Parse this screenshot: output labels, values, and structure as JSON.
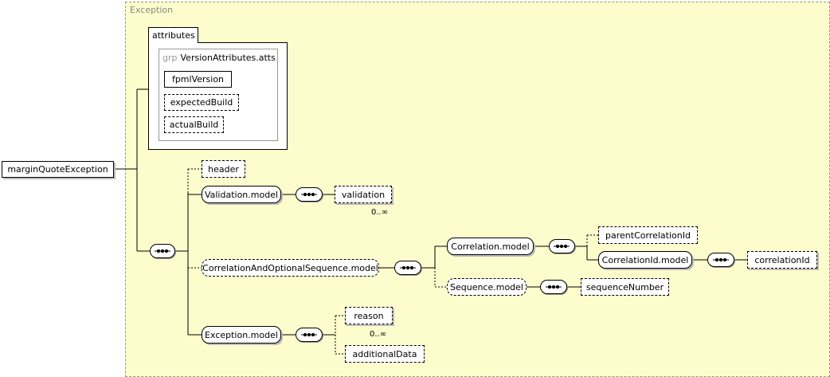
{
  "type_name": "Exception",
  "root": "marginQuoteException",
  "attributes": {
    "tab_label": "attributes",
    "group_keyword": "grp",
    "group_name": "VersionAttributes.atts",
    "items": [
      "fpmlVersion",
      "expectedBuild",
      "actualBuild"
    ]
  },
  "elements": {
    "header": "header",
    "validation_model": "Validation.model",
    "validation": "validation",
    "validation_card": "0..∞",
    "corr_opt_seq_model": "CorrelationAndOptionalSequence.model",
    "correlation_model": "Correlation.model",
    "parent_correlation_id": "parentCorrelationId",
    "correlation_id_model": "CorrelationId.model",
    "correlation_id": "correlationId",
    "sequence_model": "Sequence.model",
    "sequence_number": "sequenceNumber",
    "exception_model": "Exception.model",
    "reason": "reason",
    "reason_card": "0..∞",
    "additional_data": "additionalData"
  }
}
